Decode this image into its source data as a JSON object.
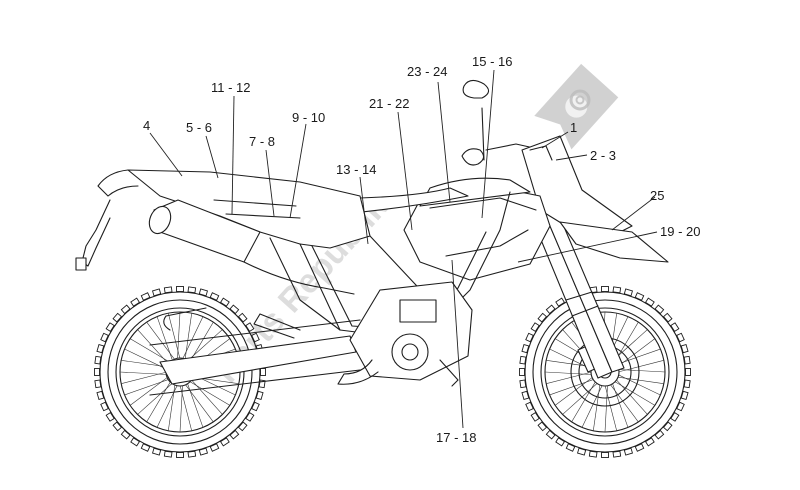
{
  "callouts": [
    {
      "id": "c1",
      "text": "1"
    },
    {
      "id": "c2",
      "text": "2 - 3"
    },
    {
      "id": "c4",
      "text": "4"
    },
    {
      "id": "c5",
      "text": "5 - 6"
    },
    {
      "id": "c7",
      "text": "7 - 8"
    },
    {
      "id": "c9",
      "text": "9 - 10"
    },
    {
      "id": "c11",
      "text": "11 - 12"
    },
    {
      "id": "c13",
      "text": "13 - 14"
    },
    {
      "id": "c15",
      "text": "15 - 16"
    },
    {
      "id": "c17",
      "text": "17 - 18"
    },
    {
      "id": "c19",
      "text": "19 - 20"
    },
    {
      "id": "c21",
      "text": "21 - 22"
    },
    {
      "id": "c23",
      "text": "23 - 24"
    },
    {
      "id": "c25",
      "text": "25"
    }
  ],
  "watermark": {
    "text": "Parts Republik",
    "icon": "gear-icon"
  }
}
